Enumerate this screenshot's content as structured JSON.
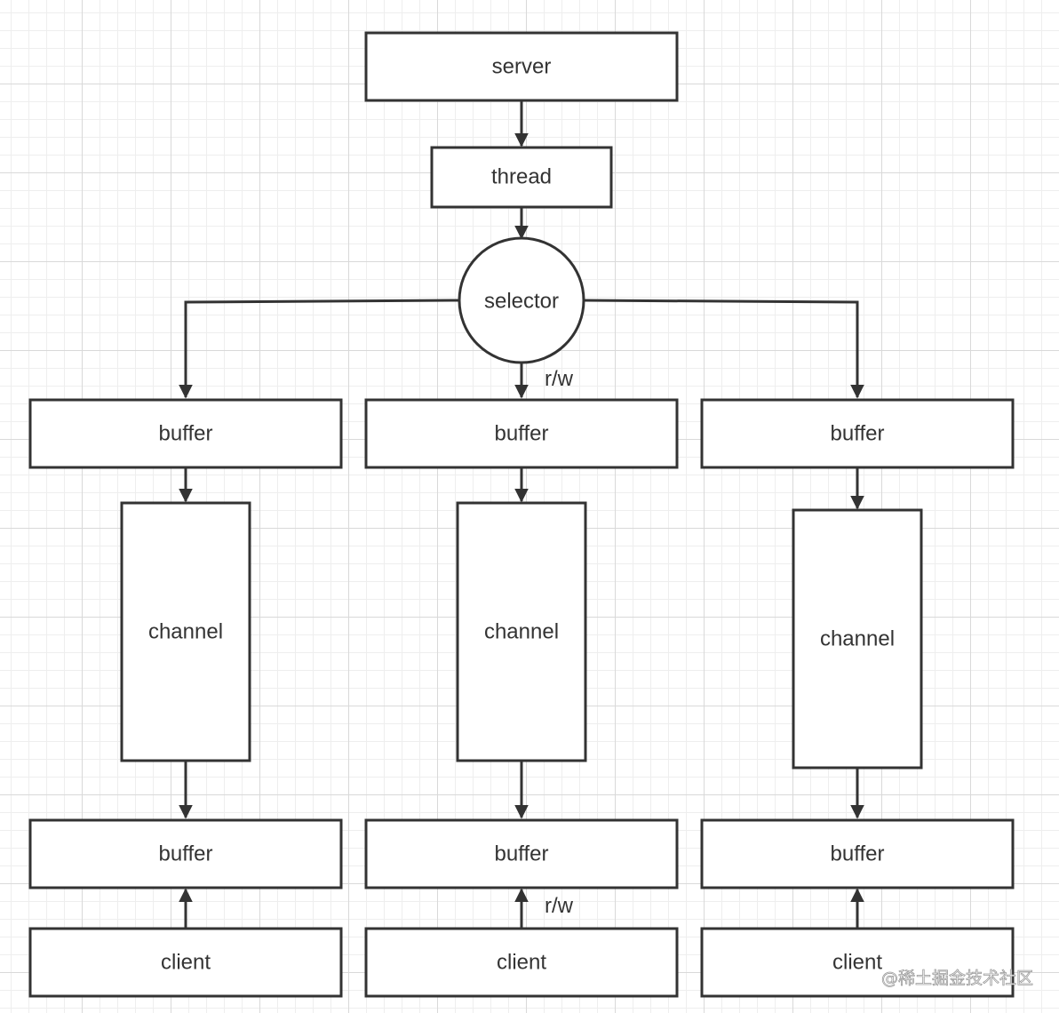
{
  "nodes": {
    "server": "server",
    "thread": "thread",
    "selector": "selector",
    "buffer_top_left": "buffer",
    "buffer_top_center": "buffer",
    "buffer_top_right": "buffer",
    "channel_left": "channel",
    "channel_center": "channel",
    "channel_right": "channel",
    "buffer_bottom_left": "buffer",
    "buffer_bottom_center": "buffer",
    "buffer_bottom_right": "buffer",
    "client_left": "client",
    "client_center": "client",
    "client_right": "client"
  },
  "edge_labels": {
    "selector_to_buffer": "r/w",
    "client_to_buffer": "r/w"
  },
  "watermark": "@稀土掘金技术社区"
}
